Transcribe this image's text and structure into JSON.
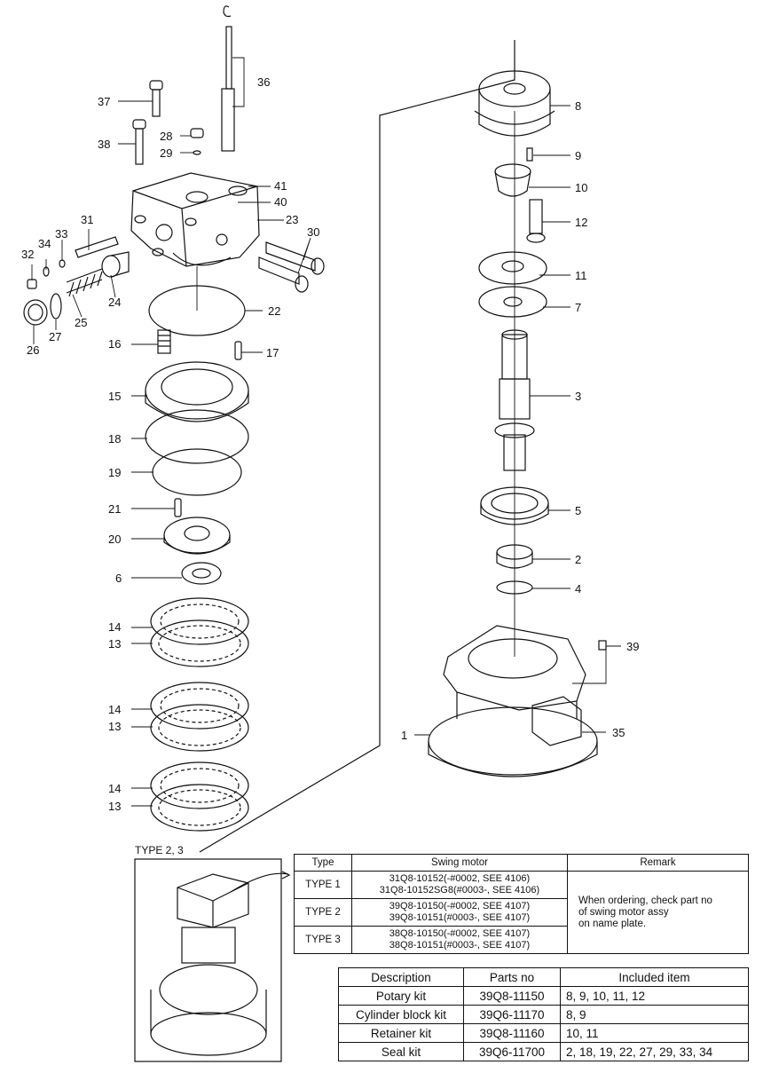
{
  "parts": [
    {
      "no": "37"
    },
    {
      "no": "38"
    },
    {
      "no": "28"
    },
    {
      "no": "29"
    },
    {
      "no": "36"
    },
    {
      "no": "41"
    },
    {
      "no": "40"
    },
    {
      "no": "23"
    },
    {
      "no": "31"
    },
    {
      "no": "30"
    },
    {
      "no": "33"
    },
    {
      "no": "34"
    },
    {
      "no": "32"
    },
    {
      "no": "25"
    },
    {
      "no": "24"
    },
    {
      "no": "26"
    },
    {
      "no": "27"
    },
    {
      "no": "22"
    },
    {
      "no": "16"
    },
    {
      "no": "17"
    },
    {
      "no": "15"
    },
    {
      "no": "18"
    },
    {
      "no": "19"
    },
    {
      "no": "21"
    },
    {
      "no": "20"
    },
    {
      "no": "6"
    },
    {
      "no": "14"
    },
    {
      "no": "13"
    },
    {
      "no": "14"
    },
    {
      "no": "13"
    },
    {
      "no": "14"
    },
    {
      "no": "13"
    },
    {
      "no": "8"
    },
    {
      "no": "9"
    },
    {
      "no": "10"
    },
    {
      "no": "12"
    },
    {
      "no": "11"
    },
    {
      "no": "7"
    },
    {
      "no": "3"
    },
    {
      "no": "5"
    },
    {
      "no": "2"
    },
    {
      "no": "4"
    },
    {
      "no": "39"
    },
    {
      "no": "1"
    },
    {
      "no": "35"
    }
  ],
  "inset_label": "TYPE 2, 3",
  "type_table": {
    "headers": [
      "Type",
      "Swing motor",
      "Remark"
    ],
    "rows": [
      {
        "type": "TYPE 1",
        "line1": "31Q8-10152(-#0002, SEE 4106)",
        "line2": "31Q8-10152SG8(#0003-, SEE 4106)"
      },
      {
        "type": "TYPE 2",
        "line1": "39Q8-10150(-#0002, SEE 4107)",
        "line2": "39Q8-10151(#0003-, SEE 4107)"
      },
      {
        "type": "TYPE 3",
        "line1": "38Q8-10150(-#0002, SEE 4107)",
        "line2": "38Q8-10151(#0003-, SEE 4107)"
      }
    ],
    "remark": [
      "When ordering, check part no",
      "of swing motor assy",
      "on name plate."
    ]
  },
  "kit_table": {
    "headers": [
      "Description",
      "Parts no",
      "Included item"
    ],
    "rows": [
      {
        "desc": "Potary kit",
        "partno": "39Q8-11150",
        "items": "8, 9, 10, 11, 12"
      },
      {
        "desc": "Cylinder block kit",
        "partno": "39Q6-11170",
        "items": "8, 9"
      },
      {
        "desc": "Retainer kit",
        "partno": "39Q8-11160",
        "items": "10, 11"
      },
      {
        "desc": "Seal kit",
        "partno": "39Q6-11700",
        "items": "2, 18, 19, 22, 27, 29, 33, 34"
      }
    ]
  }
}
